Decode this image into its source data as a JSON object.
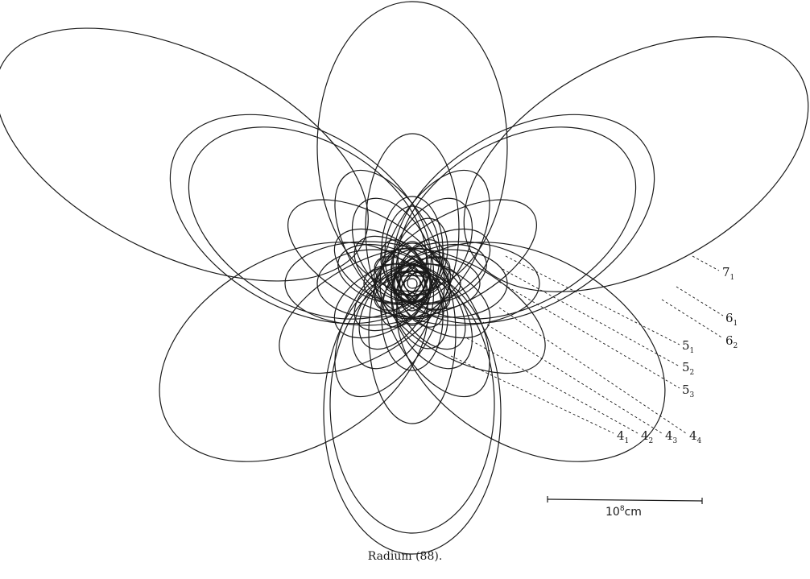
{
  "caption": "Radium (88).",
  "scale_bar": {
    "value": "10",
    "superscript": "8",
    "unit": "cm"
  },
  "orbit_labels": [
    {
      "id": "7-1",
      "main": "7",
      "sub": "1"
    },
    {
      "id": "6-1",
      "main": "6",
      "sub": "1"
    },
    {
      "id": "6-2",
      "main": "6",
      "sub": "2"
    },
    {
      "id": "5-1",
      "main": "5",
      "sub": "1"
    },
    {
      "id": "5-2",
      "main": "5",
      "sub": "2"
    },
    {
      "id": "5-3",
      "main": "5",
      "sub": "3"
    },
    {
      "id": "4-1",
      "main": "4",
      "sub": "1"
    },
    {
      "id": "4-2",
      "main": "4",
      "sub": "2"
    },
    {
      "id": "4-3",
      "main": "4",
      "sub": "3"
    },
    {
      "id": "4-4",
      "main": "4",
      "sub": "4"
    }
  ]
}
